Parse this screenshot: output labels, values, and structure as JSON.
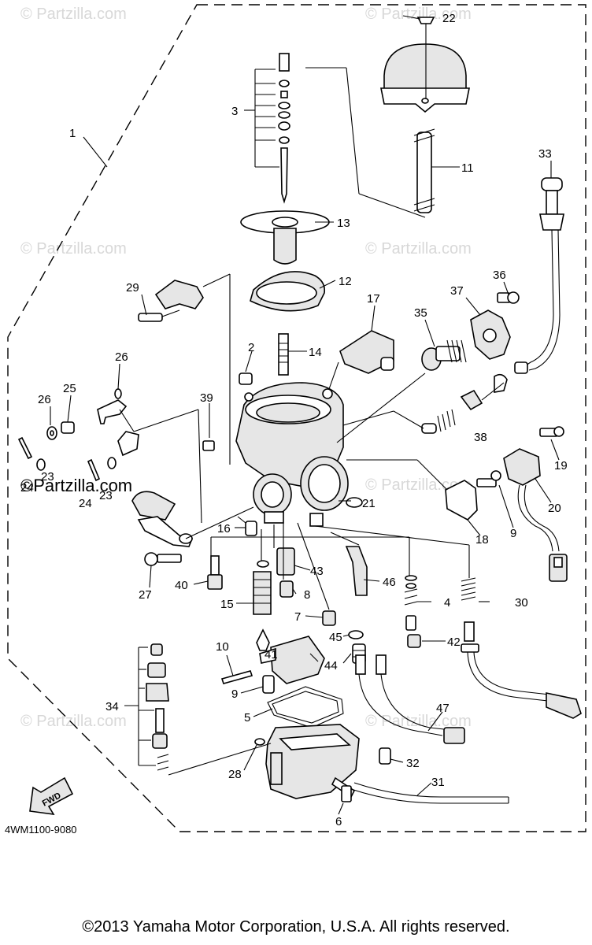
{
  "watermark": "© Partzilla.com",
  "watermark_overlay": "©Partzilla.com",
  "diagram_code": "4WM1100-9080",
  "copyright": "©2013 Yamaha Motor Corporation, U.S.A. All rights reserved.",
  "fwd_label": "FWD",
  "callouts": [
    "1",
    "2",
    "3",
    "4",
    "5",
    "6",
    "7",
    "8",
    "9",
    "9",
    "10",
    "11",
    "12",
    "13",
    "14",
    "15",
    "16",
    "17",
    "18",
    "19",
    "20",
    "21",
    "22",
    "23",
    "23",
    "24",
    "24",
    "25",
    "26",
    "26",
    "27",
    "28",
    "29",
    "30",
    "31",
    "32",
    "33",
    "34",
    "35",
    "36",
    "37",
    "38",
    "39",
    "40",
    "41",
    "42",
    "43",
    "44",
    "45",
    "46",
    "47"
  ]
}
